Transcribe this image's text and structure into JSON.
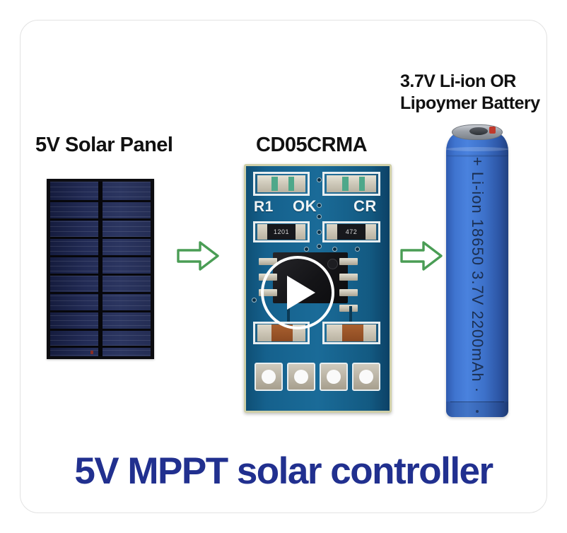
{
  "page": {
    "background_color": "#ffffff",
    "title_color": "#21308f",
    "arrow_color": "#4a9d55",
    "label_color": "#111111"
  },
  "labels": {
    "solar_panel": "5V Solar Panel",
    "module": "CD05CRMA",
    "battery_line1": "3.7V Li-ion OR",
    "battery_line2": "Lipoymer Battery"
  },
  "main_title": "5V MPPT solar controller",
  "solar_panel": {
    "name": "5V Solar Panel",
    "cell_color": "#222b55",
    "frame_color": "#0c0c10"
  },
  "pcb": {
    "name": "CD05CRMA",
    "board_color": "#1a6b98",
    "silkscreen": [
      {
        "text": "R1"
      },
      {
        "text": "OK"
      },
      {
        "text": "CR"
      }
    ],
    "components": [
      {
        "text": "1201"
      },
      {
        "text": "472"
      }
    ]
  },
  "battery": {
    "label": "+ Li-ion 18650 3.7V 2200mAh ·",
    "body_color": "#3f74cf",
    "cap_color": "#9aa0a8",
    "positive_marker_color": "#c0392b"
  },
  "player": {
    "play_button_label": "Play video",
    "icon": "play-icon",
    "color": "#ffffff"
  },
  "arrows": {
    "left_icon": "arrow-right-icon",
    "right_icon": "arrow-right-icon"
  }
}
